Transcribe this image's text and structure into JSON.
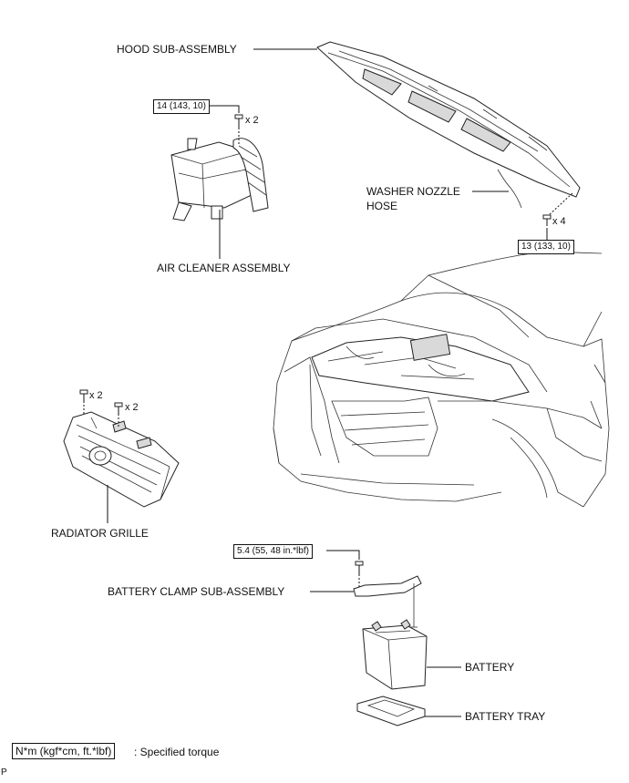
{
  "labels": {
    "hood": "HOOD SUB-ASSEMBLY",
    "washer_line1": "WASHER NOZZLE",
    "washer_line2": "HOSE",
    "air_cleaner": "AIR CLEANER ASSEMBLY",
    "radiator_grille": "RADIATOR GRILLE",
    "battery_clamp": "BATTERY CLAMP SUB-ASSEMBLY",
    "battery": "BATTERY",
    "battery_tray": "BATTERY TRAY"
  },
  "torques": {
    "air_cleaner": "14 (143, 10)",
    "hood": "13 (133, 10)",
    "battery_clamp": "5.4 (55, 48 in.*lbf)"
  },
  "quantities": {
    "air_cleaner_bolts": "x 2",
    "hood_bolts": "x 4",
    "grille_clip_1": "x 2",
    "grille_clip_2": "x 2"
  },
  "legend": {
    "unit": "N*m (kgf*cm, ft.*lbf)",
    "text": ": Specified torque"
  },
  "corner_mark": "P",
  "icons": [
    "bolt-icon",
    "clip-icon"
  ]
}
